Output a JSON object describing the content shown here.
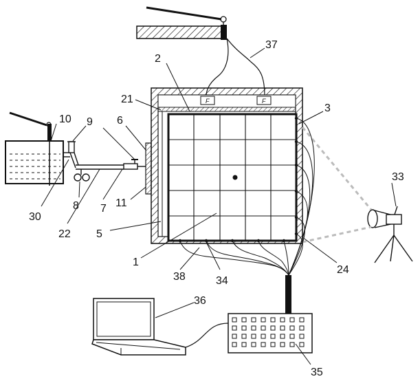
{
  "labels": {
    "l1": "1",
    "l2": "2",
    "l3": "3",
    "l5": "5",
    "l6": "6",
    "l7": "7",
    "l8": "8",
    "l9": "9",
    "l10": "10",
    "l11": "11",
    "l21": "21",
    "l22": "22",
    "l24": "24",
    "l30": "30",
    "l33": "33",
    "l34": "34",
    "l35": "35",
    "l36": "36",
    "l37": "37",
    "l38": "38"
  },
  "sensor_marks": {
    "f1": "F",
    "f2": "F"
  }
}
